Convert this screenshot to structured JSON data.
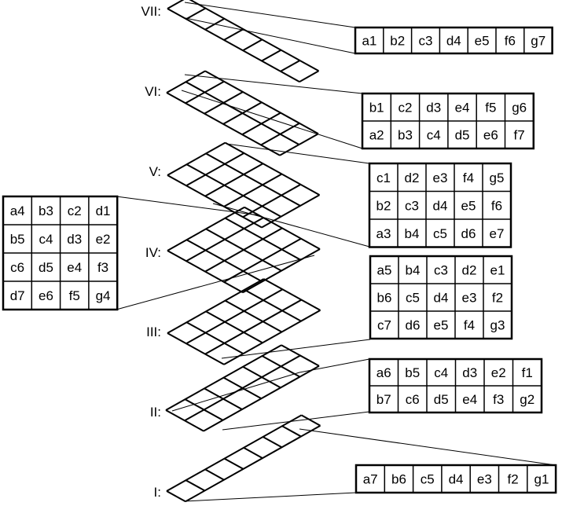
{
  "layers": [
    {
      "label": "VII:",
      "rows": [
        [
          "a1",
          "b2",
          "c3",
          "d4",
          "e5",
          "f6",
          "g7"
        ]
      ]
    },
    {
      "label": "VI:",
      "rows": [
        [
          "b1",
          "c2",
          "d3",
          "e4",
          "f5",
          "g6"
        ],
        [
          "a2",
          "b3",
          "c4",
          "d5",
          "e6",
          "f7"
        ]
      ]
    },
    {
      "label": "V:",
      "rows": [
        [
          "c1",
          "d2",
          "e3",
          "f4",
          "g5"
        ],
        [
          "b2",
          "c3",
          "d4",
          "e5",
          "f6"
        ],
        [
          "a3",
          "b4",
          "c5",
          "d6",
          "e7"
        ]
      ]
    },
    {
      "label": "IV:",
      "rows": [
        [
          "a4",
          "b3",
          "c2",
          "d1"
        ],
        [
          "b5",
          "c4",
          "d3",
          "e2"
        ],
        [
          "c6",
          "d5",
          "e4",
          "f3"
        ],
        [
          "d7",
          "e6",
          "f5",
          "g4"
        ]
      ]
    },
    {
      "label": "III:",
      "rows": [
        [
          "a5",
          "b4",
          "c3",
          "d2",
          "e1"
        ],
        [
          "b6",
          "c5",
          "d4",
          "e3",
          "f2"
        ],
        [
          "c7",
          "d6",
          "e5",
          "f4",
          "g3"
        ]
      ]
    },
    {
      "label": "II:",
      "rows": [
        [
          "a6",
          "b5",
          "c4",
          "d3",
          "e2",
          "f1"
        ],
        [
          "b7",
          "c6",
          "d5",
          "e4",
          "f3",
          "g2"
        ]
      ]
    },
    {
      "label": "I:",
      "rows": [
        [
          "a7",
          "b6",
          "c5",
          "d4",
          "e3",
          "f2",
          "g1"
        ]
      ]
    }
  ]
}
